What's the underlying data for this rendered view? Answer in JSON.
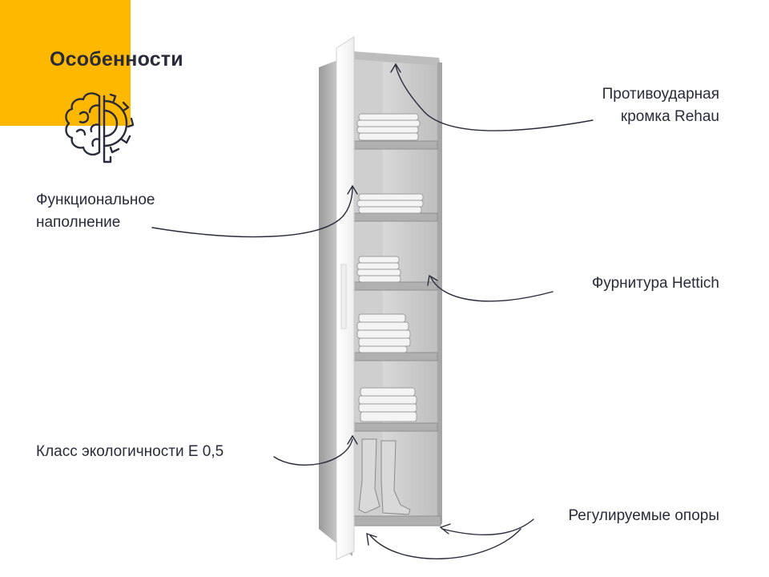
{
  "page": {
    "title": "Особенности",
    "icon": "brain-gear-icon",
    "accent_color": "#ffb800",
    "text_color": "#2a2b3a"
  },
  "callouts": {
    "impact_edge": {
      "lines": [
        "Противоударная",
        "кромка Rehau"
      ]
    },
    "functional_filling": {
      "lines": [
        "Функциональное",
        "наполнение"
      ]
    },
    "hettich_hardware": {
      "lines": [
        "Фурнитура Hettich"
      ]
    },
    "eco_class": {
      "lines": [
        "Класс экологичности Е 0,5"
      ]
    },
    "adjustable_supports": {
      "lines": [
        "Регулируемые опоры"
      ]
    }
  }
}
